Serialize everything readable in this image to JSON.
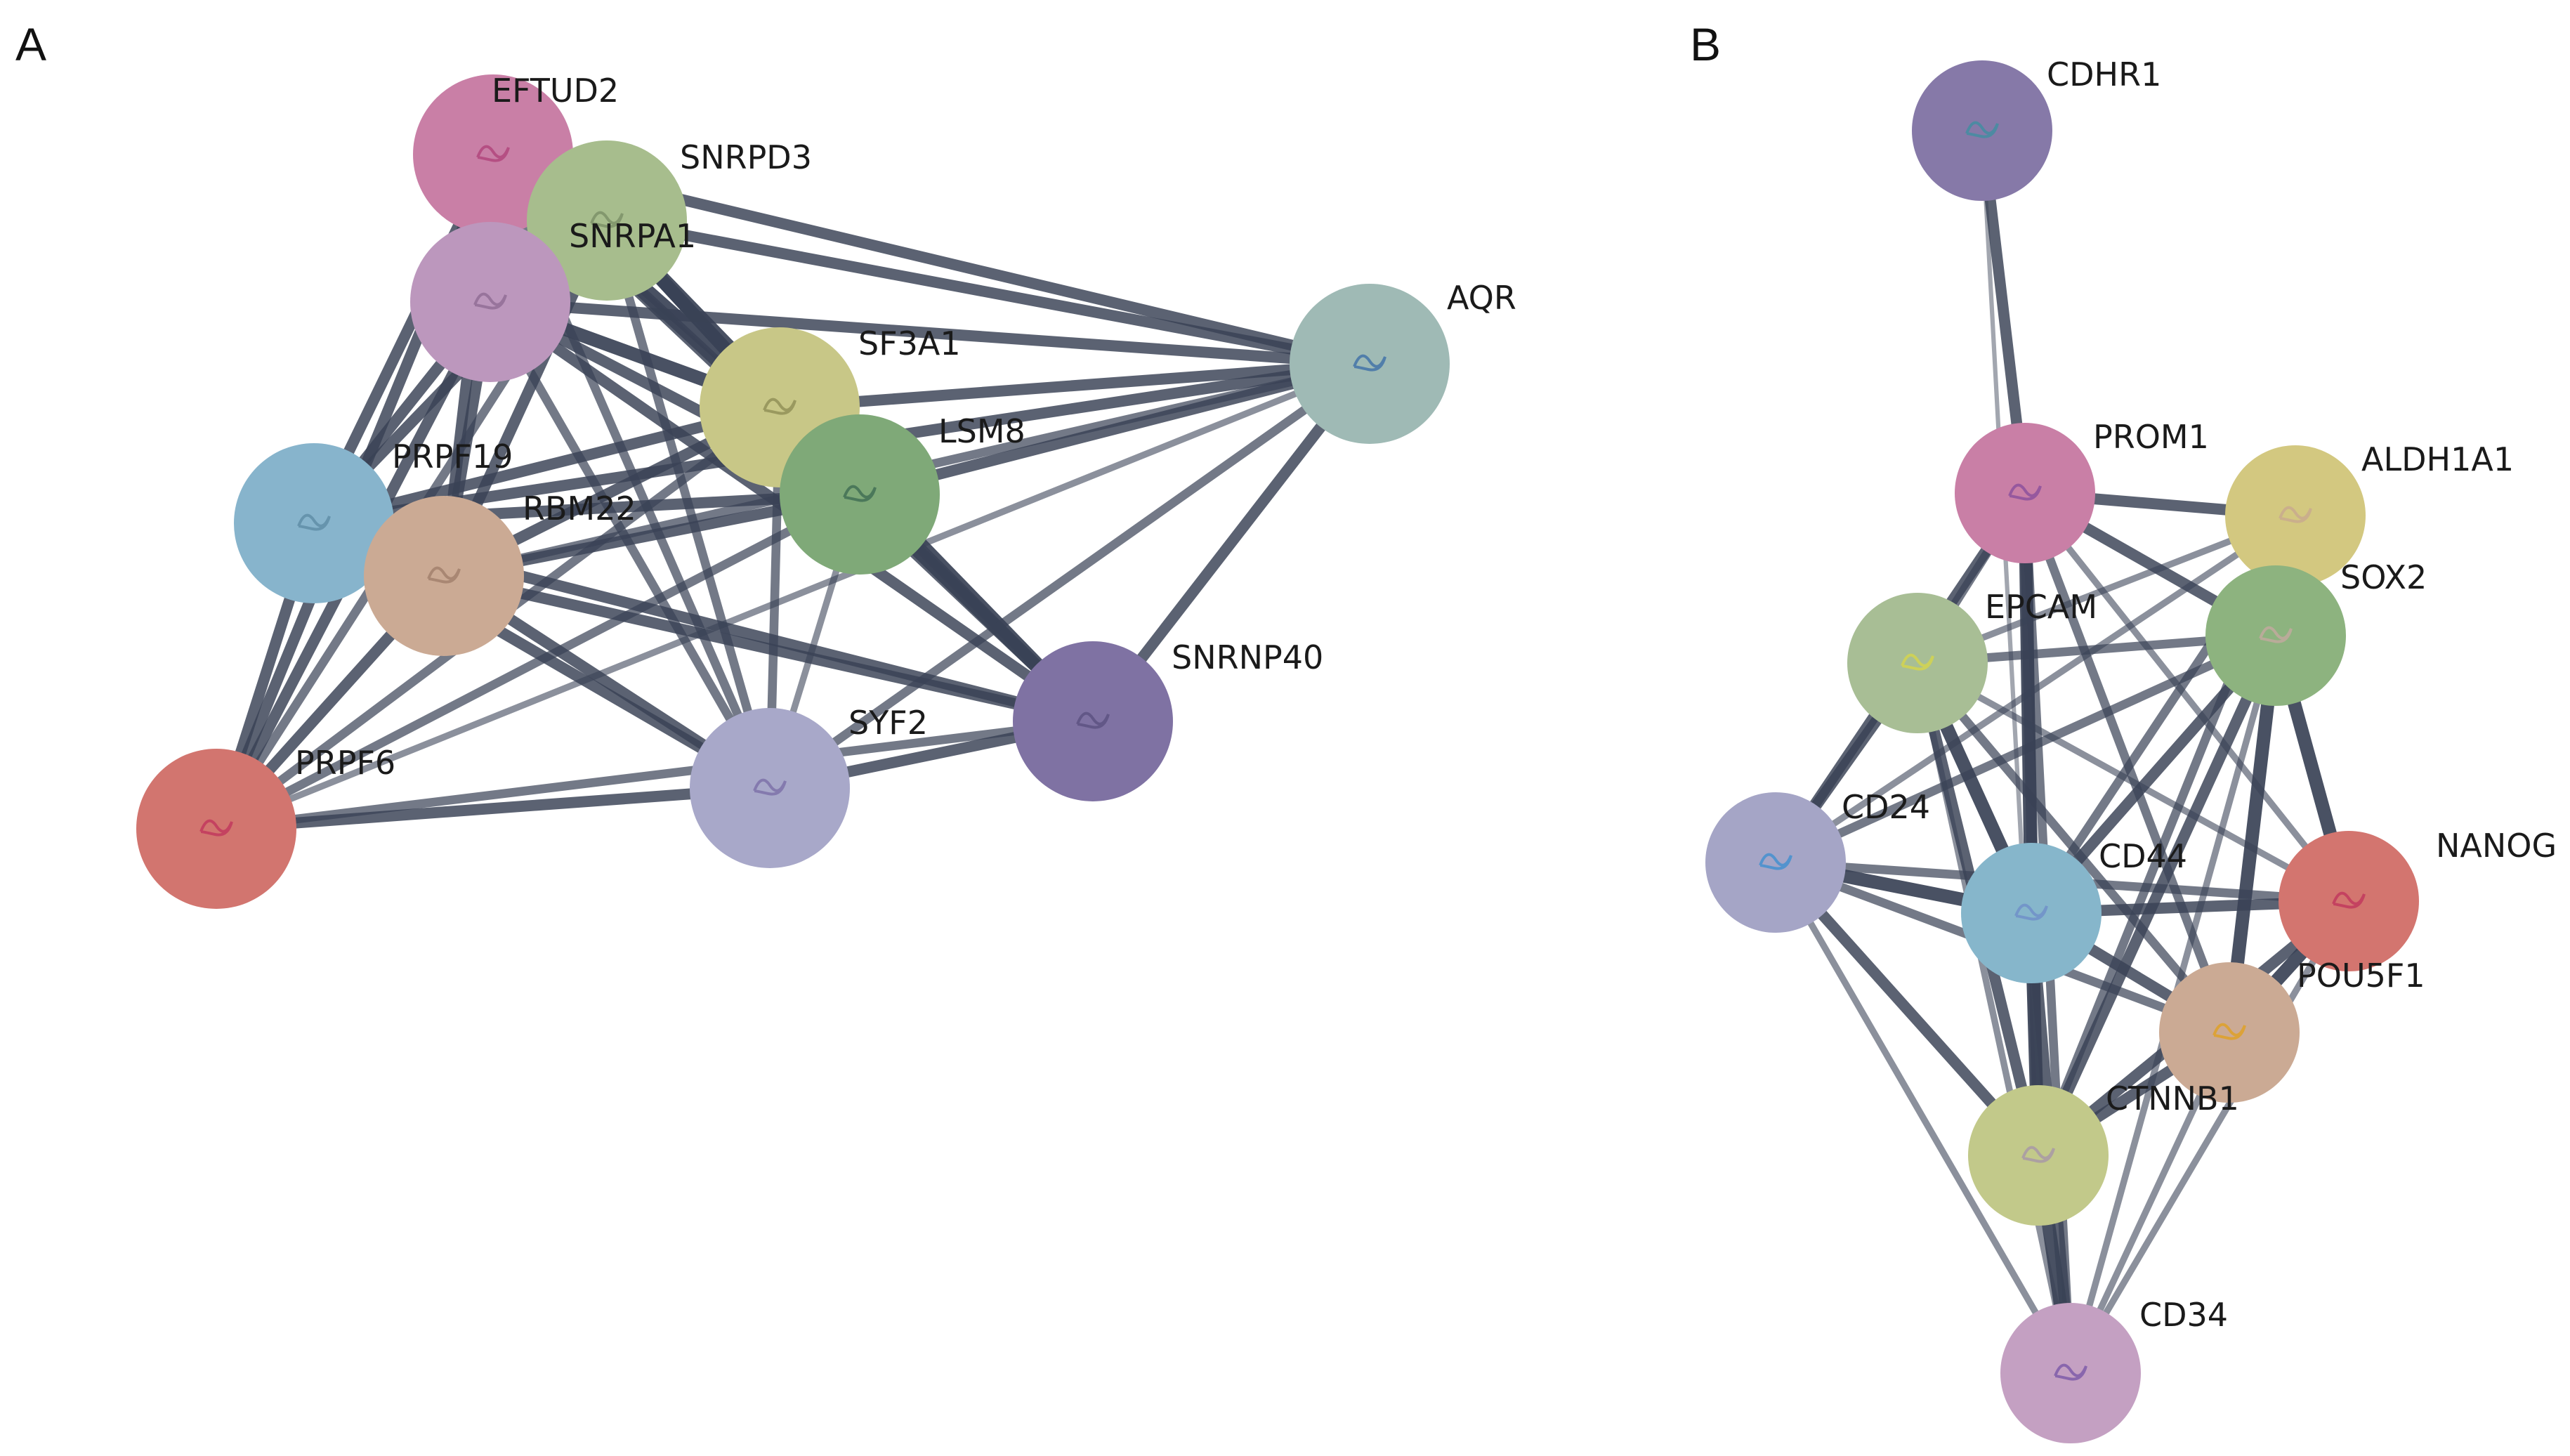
{
  "panels": [
    {
      "letter": "A",
      "nodes": [
        {
          "id": "EFTUD2",
          "label": "EFTUD2",
          "color": "#c97fa6",
          "structure": "#b0447a"
        },
        {
          "id": "SNRPD3",
          "label": "SNRPD3",
          "color": "#a7bd8d",
          "structure": "#7b8f66"
        },
        {
          "id": "SNRPA1",
          "label": "SNRPA1",
          "color": "#bc97bd",
          "structure": "#8f6c93"
        },
        {
          "id": "SF3A1",
          "label": "SF3A1",
          "color": "#c8c787",
          "structure": "#8e8d55"
        },
        {
          "id": "LSM8",
          "label": "LSM8",
          "color": "#7fa978",
          "structure": "#3f6b52"
        },
        {
          "id": "AQR",
          "label": "AQR",
          "color": "#9fbab5",
          "structure": "#3d6fa8"
        },
        {
          "id": "PRPF19",
          "label": "PRPF19",
          "color": "#87b4cc",
          "structure": "#5e8ca5"
        },
        {
          "id": "RBM22",
          "label": "RBM22",
          "color": "#cbaa94",
          "structure": "#a07e6a"
        },
        {
          "id": "SNRNP40",
          "label": "SNRNP40",
          "color": "#7f72a3",
          "structure": "#5b5080"
        },
        {
          "id": "SYF2",
          "label": "SYF2",
          "color": "#a8a8c9",
          "structure": "#7a6ea8"
        },
        {
          "id": "PRPF6",
          "label": "PRPF6",
          "color": "#d2756f",
          "structure": "#c0365c"
        }
      ],
      "edges": [
        [
          "EFTUD2",
          "SNRPD3",
          5
        ],
        [
          "EFTUD2",
          "SNRPA1",
          5
        ],
        [
          "EFTUD2",
          "AQR",
          4
        ],
        [
          "EFTUD2",
          "SF3A1",
          5
        ],
        [
          "EFTUD2",
          "LSM8",
          4
        ],
        [
          "EFTUD2",
          "PRPF19",
          4
        ],
        [
          "EFTUD2",
          "RBM22",
          4
        ],
        [
          "EFTUD2",
          "PRPF6",
          4
        ],
        [
          "EFTUD2",
          "SNRNP40",
          4
        ],
        [
          "EFTUD2",
          "SYF2",
          3
        ],
        [
          "SNRPD3",
          "SNRPA1",
          5
        ],
        [
          "SNRPD3",
          "AQR",
          4
        ],
        [
          "SNRPD3",
          "SF3A1",
          5
        ],
        [
          "SNRPD3",
          "LSM8",
          5
        ],
        [
          "SNRPD3",
          "PRPF19",
          4
        ],
        [
          "SNRPD3",
          "RBM22",
          4
        ],
        [
          "SNRPD3",
          "PRPF6",
          3
        ],
        [
          "SNRPD3",
          "SNRNP40",
          5
        ],
        [
          "SNRPD3",
          "SYF2",
          3
        ],
        [
          "SNRPA1",
          "AQR",
          4
        ],
        [
          "SNRPA1",
          "SF3A1",
          5
        ],
        [
          "SNRPA1",
          "LSM8",
          4
        ],
        [
          "SNRPA1",
          "PRPF19",
          4
        ],
        [
          "SNRPA1",
          "RBM22",
          4
        ],
        [
          "SNRPA1",
          "PRPF6",
          4
        ],
        [
          "SNRPA1",
          "SNRNP40",
          4
        ],
        [
          "SNRPA1",
          "SYF2",
          3
        ],
        [
          "SF3A1",
          "AQR",
          4
        ],
        [
          "SF3A1",
          "LSM8",
          5
        ],
        [
          "SF3A1",
          "PRPF19",
          4
        ],
        [
          "SF3A1",
          "RBM22",
          4
        ],
        [
          "SF3A1",
          "PRPF6",
          3
        ],
        [
          "SF3A1",
          "SNRNP40",
          4
        ],
        [
          "SF3A1",
          "SYF2",
          3
        ],
        [
          "LSM8",
          "AQR",
          4
        ],
        [
          "LSM8",
          "PRPF19",
          4
        ],
        [
          "LSM8",
          "RBM22",
          4
        ],
        [
          "LSM8",
          "PRPF6",
          3
        ],
        [
          "LSM8",
          "SNRNP40",
          5
        ],
        [
          "LSM8",
          "SYF2",
          2
        ],
        [
          "AQR",
          "PRPF19",
          4
        ],
        [
          "AQR",
          "RBM22",
          3
        ],
        [
          "AQR",
          "PRPF6",
          2
        ],
        [
          "AQR",
          "SNRNP40",
          4
        ],
        [
          "AQR",
          "SYF2",
          3
        ],
        [
          "PRPF19",
          "RBM22",
          5
        ],
        [
          "PRPF19",
          "PRPF6",
          4
        ],
        [
          "PRPF19",
          "SNRNP40",
          4
        ],
        [
          "PRPF19",
          "SYF2",
          4
        ],
        [
          "RBM22",
          "PRPF6",
          4
        ],
        [
          "RBM22",
          "SNRNP40",
          4
        ],
        [
          "RBM22",
          "SYF2",
          4
        ],
        [
          "PRPF6",
          "SYF2",
          4
        ],
        [
          "PRPF6",
          "SNRNP40",
          3
        ],
        [
          "SYF2",
          "SNRNP40",
          4
        ]
      ]
    },
    {
      "letter": "B",
      "nodes": [
        {
          "id": "CDHR1",
          "label": "CDHR1",
          "color": "#8679a8",
          "structure": "#3f8fa0"
        },
        {
          "id": "PROM1",
          "label": "PROM1",
          "color": "#c97fa6",
          "structure": "#8a4f9c"
        },
        {
          "id": "ALDH1A1",
          "label": "ALDH1A1",
          "color": "#d3c880",
          "structure": "#c8a98f"
        },
        {
          "id": "SOX2",
          "label": "SOX2",
          "color": "#8db37f",
          "structure": "#c4a9a0"
        },
        {
          "id": "EPCAM",
          "label": "EPCAM",
          "color": "#a8be95",
          "structure": "#d6d64a"
        },
        {
          "id": "CD24",
          "label": "CD24",
          "color": "#a5a5c6",
          "structure": "#3f8fd0"
        },
        {
          "id": "CD44",
          "label": "CD44",
          "color": "#86b6cb",
          "structure": "#6e8fc8"
        },
        {
          "id": "NANOG",
          "label": "NANOG",
          "color": "#d3756f",
          "structure": "#c0365c"
        },
        {
          "id": "POU5F1",
          "label": "POU5F1",
          "color": "#cbaa94",
          "structure": "#e0a020"
        },
        {
          "id": "CTNNB1",
          "label": "CTNNB1",
          "color": "#c2c98a",
          "structure": "#a696a8"
        },
        {
          "id": "CD34",
          "label": "CD34",
          "color": "#c4a0c2",
          "structure": "#7a58a8"
        }
      ],
      "edges": [
        [
          "CDHR1",
          "PROM1",
          4
        ],
        [
          "CDHR1",
          "CTNNB1",
          1
        ],
        [
          "PROM1",
          "ALDH1A1",
          4
        ],
        [
          "PROM1",
          "SOX2",
          4
        ],
        [
          "PROM1",
          "EPCAM",
          3
        ],
        [
          "PROM1",
          "CD44",
          5
        ],
        [
          "PROM1",
          "CTNNB1",
          4
        ],
        [
          "PROM1",
          "CD24",
          4
        ],
        [
          "PROM1",
          "POU5F1",
          3
        ],
        [
          "PROM1",
          "NANOG",
          2
        ],
        [
          "PROM1",
          "CD34",
          3
        ],
        [
          "ALDH1A1",
          "SOX2",
          3
        ],
        [
          "ALDH1A1",
          "CD44",
          3
        ],
        [
          "ALDH1A1",
          "CTNNB1",
          3
        ],
        [
          "ALDH1A1",
          "EPCAM",
          2
        ],
        [
          "ALDH1A1",
          "CD24",
          2
        ],
        [
          "SOX2",
          "NANOG",
          5
        ],
        [
          "SOX2",
          "POU5F1",
          5
        ],
        [
          "SOX2",
          "CD44",
          4
        ],
        [
          "SOX2",
          "CTNNB1",
          4
        ],
        [
          "SOX2",
          "EPCAM",
          3
        ],
        [
          "SOX2",
          "CD24",
          3
        ],
        [
          "SOX2",
          "CD34",
          2
        ],
        [
          "EPCAM",
          "CD44",
          5
        ],
        [
          "EPCAM",
          "CD24",
          4
        ],
        [
          "EPCAM",
          "CTNNB1",
          4
        ],
        [
          "EPCAM",
          "NANOG",
          2
        ],
        [
          "EPCAM",
          "POU5F1",
          3
        ],
        [
          "EPCAM",
          "CD34",
          2
        ],
        [
          "CD24",
          "CD44",
          5
        ],
        [
          "CD24",
          "CTNNB1",
          4
        ],
        [
          "CD24",
          "CD34",
          2
        ],
        [
          "CD24",
          "NANOG",
          3
        ],
        [
          "CD24",
          "POU5F1",
          3
        ],
        [
          "CD44",
          "CTNNB1",
          5
        ],
        [
          "CD44",
          "NANOG",
          4
        ],
        [
          "CD44",
          "POU5F1",
          4
        ],
        [
          "CD44",
          "CD34",
          4
        ],
        [
          "NANOG",
          "POU5F1",
          5
        ],
        [
          "NANOG",
          "CTNNB1",
          4
        ],
        [
          "NANOG",
          "CD34",
          2
        ],
        [
          "POU5F1",
          "CTNNB1",
          4
        ],
        [
          "POU5F1",
          "CD34",
          2
        ],
        [
          "CTNNB1",
          "CD34",
          5
        ]
      ]
    }
  ]
}
